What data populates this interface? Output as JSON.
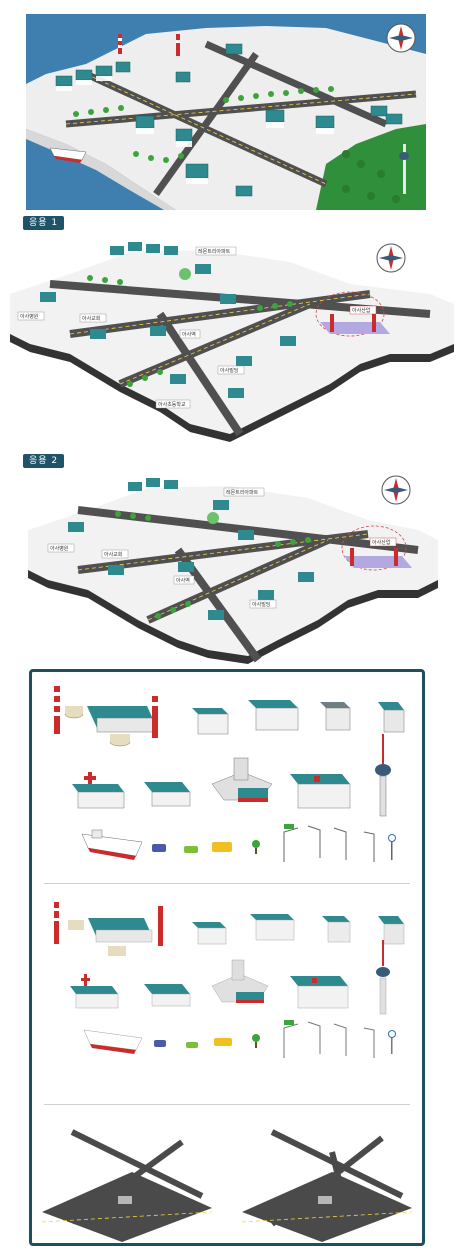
{
  "tags": {
    "tag1": "응용 1",
    "tag2": "응용 2"
  },
  "scene1_labels": {
    "apartment": "레몬트리아파트",
    "industrial": "아사산업",
    "hospital": "아사병원",
    "church": "아사교회",
    "station": "아사역",
    "building": "아사빌딩",
    "school": "아사초등학교"
  },
  "scene2_labels": {
    "apartment": "레몬트리아파트",
    "industrial": "아사산업",
    "hospital": "아사병원",
    "church": "아사교회",
    "station": "아사역",
    "building": "아사빌딩"
  },
  "colors": {
    "sea": "#3f7fb0",
    "ground": "#f0f0f0",
    "road": "#555555",
    "roof": "#2f8a8f",
    "tree": "#3da33d",
    "forest": "#2f8f3a",
    "accent_red": "#cc2b2b",
    "frame": "#1e4f60",
    "tag_bg": "#1f5367"
  },
  "icons": [
    "compass-icon",
    "factory-icon",
    "building-icon",
    "hospital-icon",
    "church-icon",
    "station-icon",
    "tower-icon",
    "ship-icon",
    "car-icon",
    "bus-icon",
    "tree-icon",
    "streetlight-icon",
    "sign-icon",
    "road-crossing-icon"
  ]
}
